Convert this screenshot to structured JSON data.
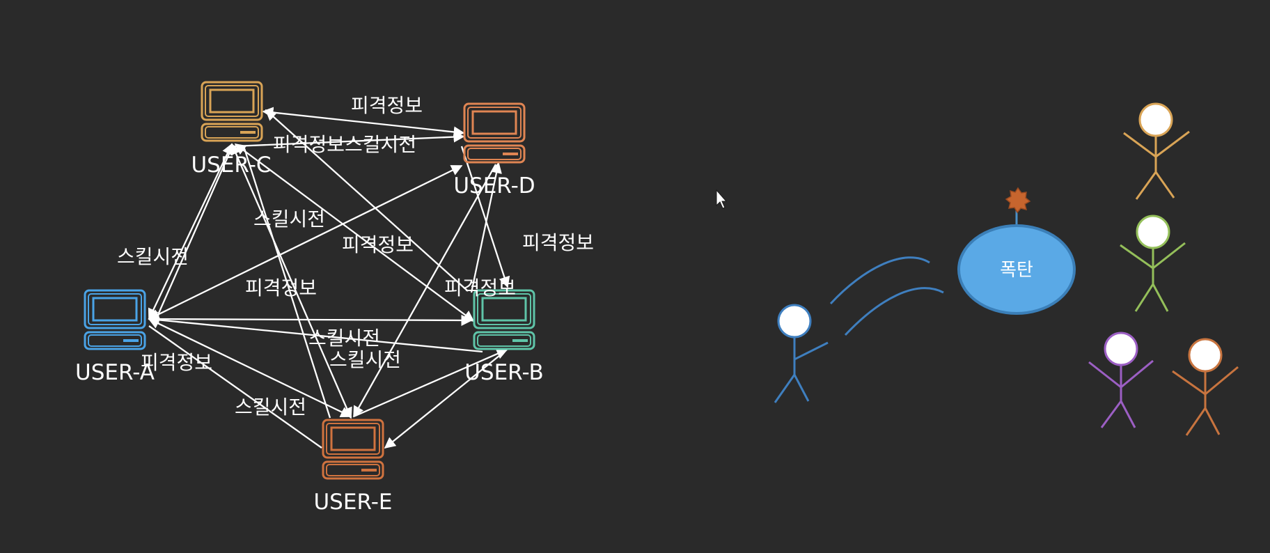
{
  "colors": {
    "background": "#2a2a2a",
    "arrow": "#ffffff",
    "user_a": "#4aa3e6",
    "user_b": "#5fc4a8",
    "user_c": "#d9a456",
    "user_d": "#e08553",
    "user_e": "#d0733f",
    "bomb": "#5aa9e6",
    "bomb_fuse": "#c7652e"
  },
  "users": {
    "a": {
      "name": "USER-A"
    },
    "b": {
      "name": "USER-B"
    },
    "c": {
      "name": "USER-C"
    },
    "d": {
      "name": "USER-D"
    },
    "e": {
      "name": "USER-E"
    }
  },
  "edge_labels": {
    "l1": "피격정보",
    "l2": "피격정보스킬시전",
    "l3": "스킬시전",
    "l4": "피격정보",
    "l5": "피격정보",
    "l6": "스킬시전",
    "l7": "피격정보",
    "l8": "피격정보",
    "l9": "스킬시전",
    "l10": "스킬시전",
    "l11": "피격정보",
    "l12": "스킬시전"
  },
  "bomb": {
    "label": "폭탄"
  },
  "icons": {
    "computer": "computer-icon",
    "cursor": "mouse-pointer-icon",
    "stick_figure": "stick-figure-icon"
  }
}
